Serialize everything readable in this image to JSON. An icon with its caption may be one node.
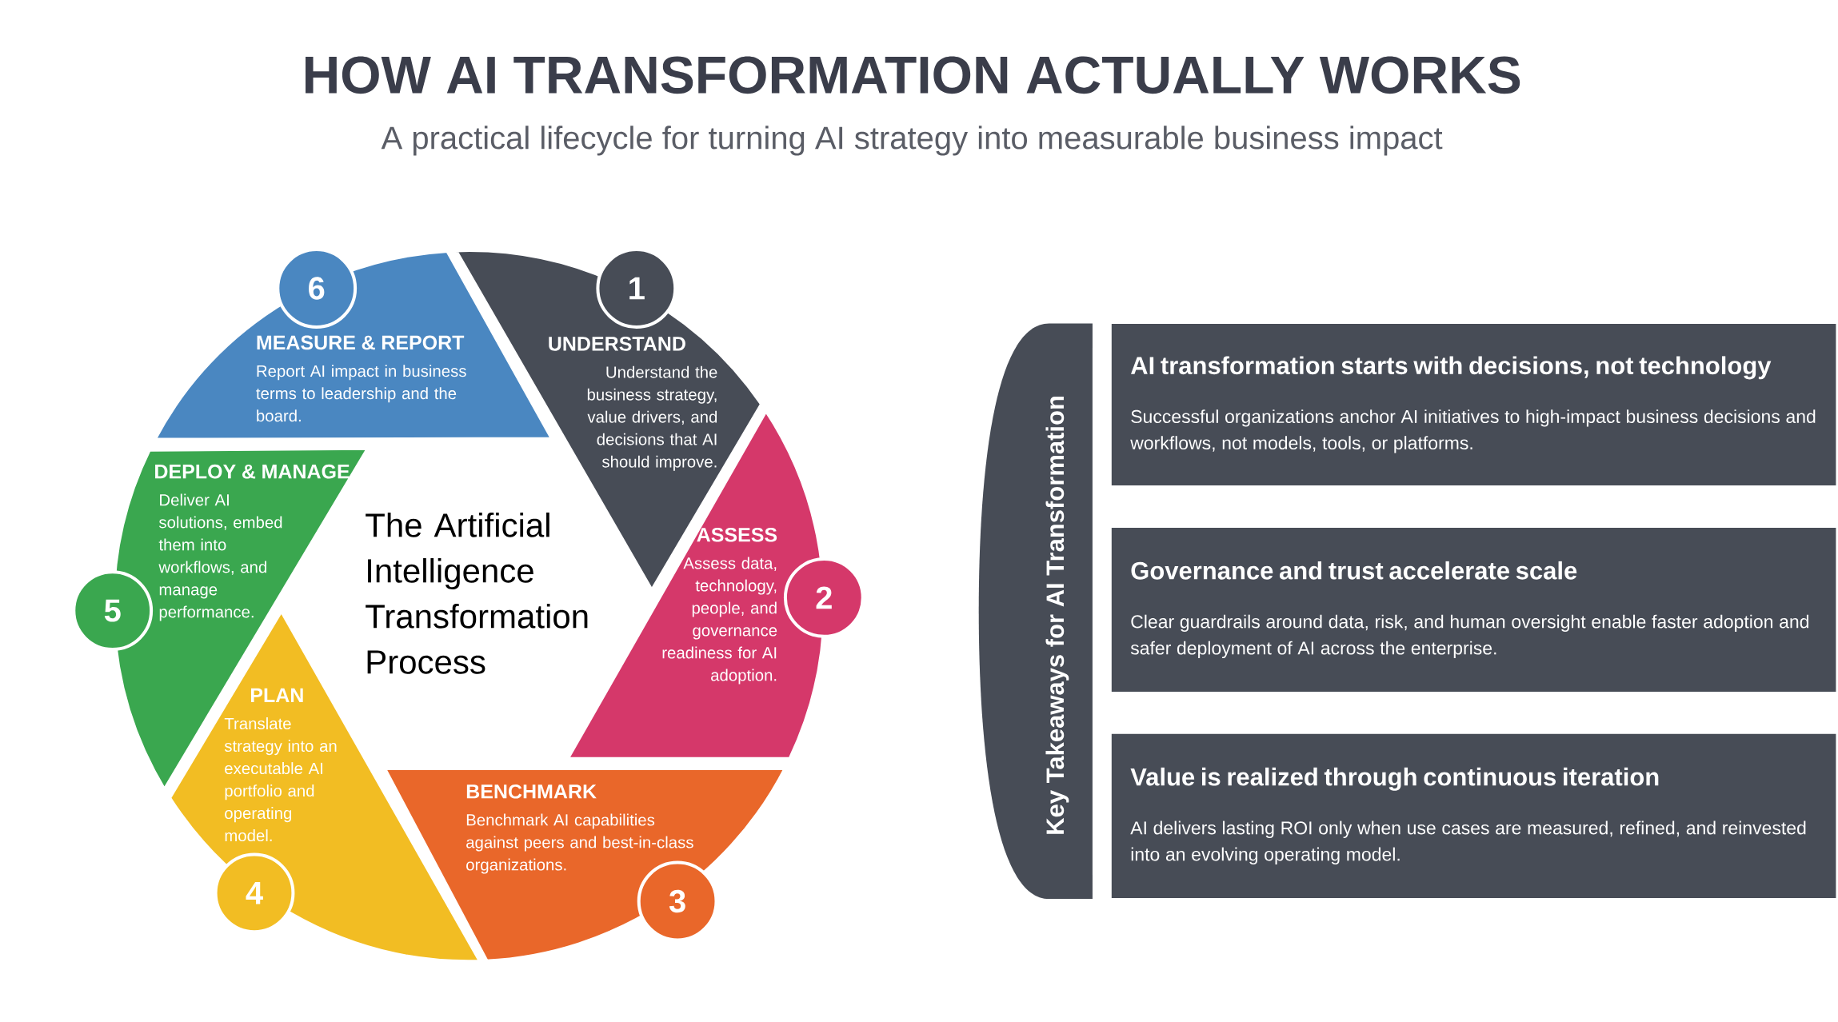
{
  "diagram": {
    "title": "HOW AI TRANSFORMATION ACTUALLY WORKS",
    "nodes": [
      {
        "text": [
          "1",
          "UNDERSTAND",
          "Understand the business strategy, value drivers, and decisions that AI should improve."
        ]
      },
      {
        "text": [
          "ASSESS",
          "Assess data, technology, people, and governance readiness for AI adoption.",
          "2"
        ]
      },
      {
        "text": [
          "BENCHMARK",
          "Benchmark AI capabilities against peers and best-in-class organizations.",
          "3"
        ]
      },
      {
        "text": [
          "PLAN",
          "Translate strategy into an executable AI portfolio and operating model.",
          "4"
        ]
      },
      {
        "text": [
          "5",
          "DEPLOY & MANAGE",
          "Deliver AI solutions, embed them into workflows, and manage performance."
        ]
      },
      {
        "text": [
          "6",
          "MEASURE & REPORT",
          "Report AI impact in business terms to leadership and the board."
        ]
      },
      {
        "text": [
          "The Artificial Intelligence Transformation Process"
        ]
      },
      {
        "text": [
          "Key Takeaways for AI Transformation"
        ]
      },
      {
        "text": [
          "AI transformation starts with decisions, not technology",
          "Successful organizations anchor AI initiatives to high-impact business decisions and workflows, not models, tools, or platforms."
        ]
      },
      {
        "text": [
          "Governance and trust accelerate scale",
          "Clear guardrails around data, risk, and human oversight enable faster adoption and safer deployment of AI across the enterprise."
        ]
      },
      {
        "text": [
          "Value is realized through continuous iteration",
          "AI delivers lasting ROI only when use cases are measured, refined, and reinvested into an evolving operating model."
        ]
      }
    ],
    "labels": [
      "A practical lifecycle for turning AI strategy into measurable business impact"
    ]
  }
}
